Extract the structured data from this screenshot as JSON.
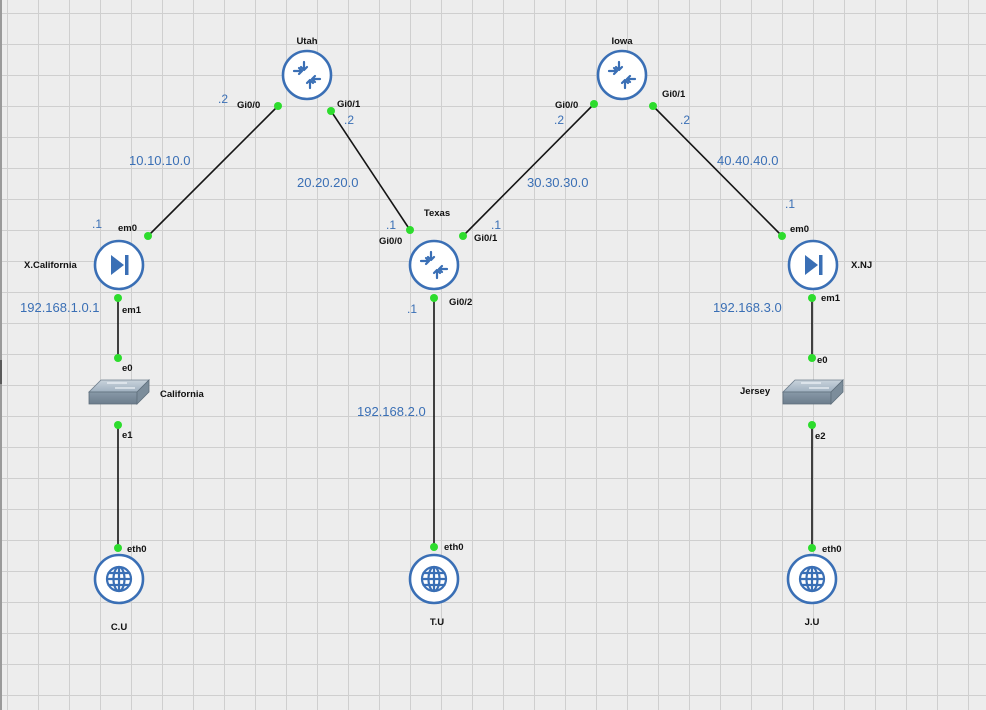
{
  "nodes": {
    "utah": "Utah",
    "iowa": "Iowa",
    "texas": "Texas",
    "x_california": "X.California",
    "x_nj": "X.NJ",
    "california": "California",
    "jersey": "Jersey",
    "cu": "C.U",
    "tu": "T.U",
    "ju": "J.U"
  },
  "interfaces": {
    "utah_gi00": "Gi0/0",
    "utah_gi01": "Gi0/1",
    "iowa_gi00": "Gi0/0",
    "iowa_gi01": "Gi0/1",
    "texas_gi00": "Gi0/0",
    "texas_gi01": "Gi0/1",
    "texas_gi02": "Gi0/2",
    "xcal_em0": "em0",
    "xcal_em1": "em1",
    "xnj_em0": "em0",
    "xnj_em1": "em1",
    "cal_e0": "e0",
    "cal_e1": "e1",
    "jer_e0": "e0",
    "jer_e2": "e2",
    "cu_eth0": "eth0",
    "tu_eth0": "eth0",
    "ju_eth0": "eth0"
  },
  "networks": {
    "net_utah_xcal": "10.10.10.0",
    "net_utah_texas": "20.20.20.0",
    "net_texas_iowa": "30.30.30.0",
    "net_iowa_xnj": "40.40.40.0",
    "net_cal_lan": "192.168.1.0.1",
    "net_texas_lan": "192.168.2.0",
    "net_nj_lan": "192.168.3.0"
  },
  "host_ids": {
    "utah_gi00": ".2",
    "utah_gi01": ".2",
    "iowa_gi00": ".2",
    "iowa_gi01": ".2",
    "texas_gi00": ".1",
    "texas_gi01": ".1",
    "texas_gi02": ".1",
    "xcal_em0": ".1",
    "xnj_em0": ".1"
  },
  "colors": {
    "accent": "#3a6fb5",
    "port": "#2ddc2d",
    "link": "#151515",
    "grid": "#cfcfcf",
    "background": "#ededed"
  },
  "icons": {
    "router": "router-icon",
    "firewall": "firewall-icon",
    "switch": "switch-icon",
    "internet": "globe-icon"
  }
}
